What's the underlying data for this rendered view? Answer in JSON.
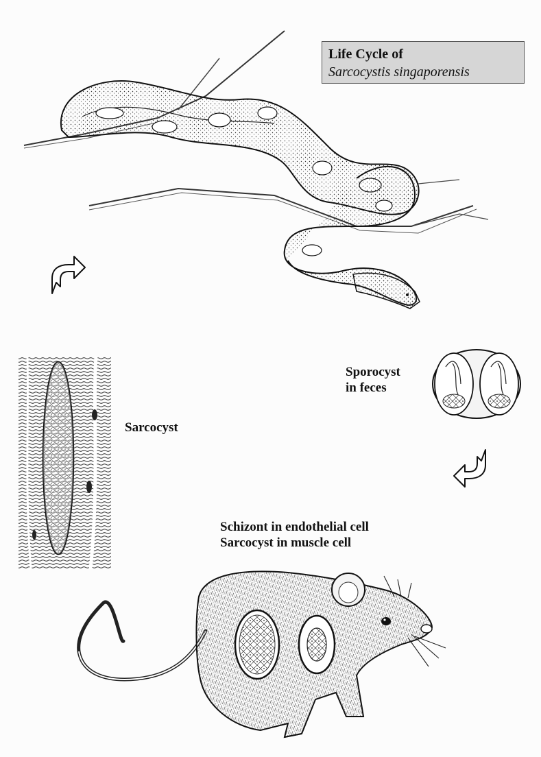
{
  "title": {
    "line1": "Life Cycle of",
    "line2": "Sarcocystis singaporensis"
  },
  "labels": {
    "sporocyst_line1": "Sporocyst",
    "sporocyst_line2": "in feces",
    "sarcocyst": "Sarcocyst",
    "host_line1": "Schizont in endothelial cell",
    "host_line2": "Sarcocyst in muscle cell"
  },
  "illustrations": {
    "definitive_host": "snake-illustration",
    "intermediate_host": "rat-illustration",
    "oocyst": "sporocyst-illustration",
    "muscle_tissue": "muscle-sarcocyst-illustration"
  },
  "arrows": [
    "arrow-snake-to-sporocyst-icon",
    "arrow-sporocyst-to-rat-icon"
  ],
  "colors": {
    "background": "#fcfcfc",
    "title_box": "#d6d6d6",
    "ink": "#111111"
  }
}
